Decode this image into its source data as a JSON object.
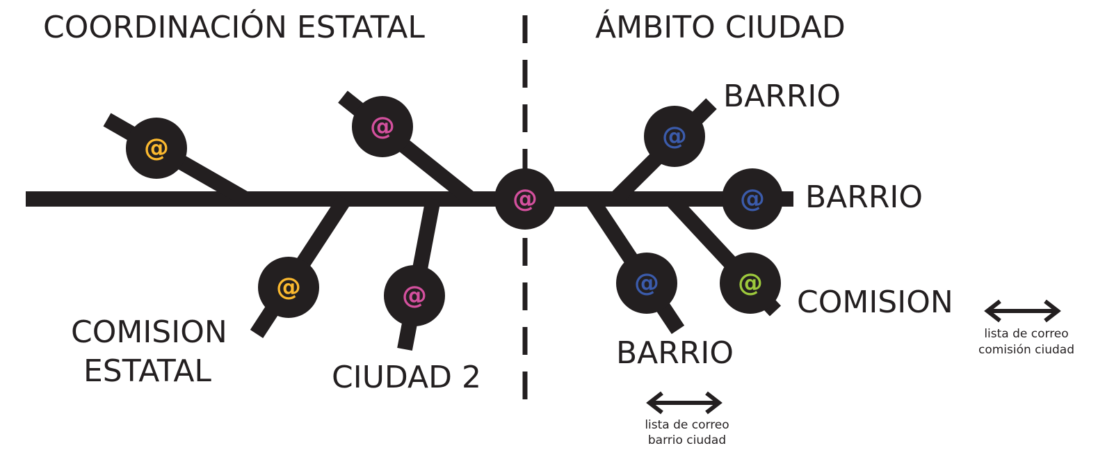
{
  "titles": {
    "left": "COORDINACIÓN ESTATAL",
    "right": "ÁMBITO CIUDAD"
  },
  "labels": {
    "comision_estatal_line1": "COMISION",
    "comision_estatal_line2": "ESTATAL",
    "ciudad2": "CIUDAD 2",
    "barrio_top": "BARRIO",
    "barrio_mid": "BARRIO",
    "barrio_bottom": "BARRIO",
    "comision": "COMISION"
  },
  "legends": {
    "barrio_line1": "lista de correo",
    "barrio_line2": "barrio ciudad",
    "comision_line1": "lista de correo",
    "comision_line2": "comisión ciudad"
  },
  "node_symbol": "@",
  "colors": {
    "line": "#231f20",
    "yellow": "#fbb92f",
    "magenta": "#d4509e",
    "blue": "#3b5bab",
    "green": "#9dc93c"
  }
}
